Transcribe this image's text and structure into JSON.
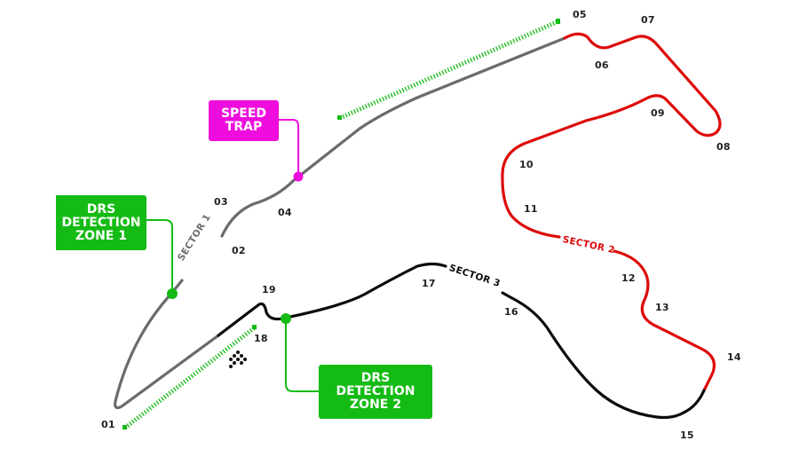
{
  "colors": {
    "sector1": "#6b6b6b",
    "sector2": "#dd0a0a",
    "sector3": "#0b0b0b",
    "drs_green": "#14bb14",
    "speed_trap_magenta": "#ee0ddd",
    "label_text": "#222222"
  },
  "turns": [
    {
      "id": "01",
      "label": "01"
    },
    {
      "id": "02",
      "label": "02"
    },
    {
      "id": "03",
      "label": "03"
    },
    {
      "id": "04",
      "label": "04"
    },
    {
      "id": "05",
      "label": "05"
    },
    {
      "id": "06",
      "label": "06"
    },
    {
      "id": "07",
      "label": "07"
    },
    {
      "id": "08",
      "label": "08"
    },
    {
      "id": "09",
      "label": "09"
    },
    {
      "id": "10",
      "label": "10"
    },
    {
      "id": "11",
      "label": "11"
    },
    {
      "id": "12",
      "label": "12"
    },
    {
      "id": "13",
      "label": "13"
    },
    {
      "id": "14",
      "label": "14"
    },
    {
      "id": "15",
      "label": "15"
    },
    {
      "id": "16",
      "label": "16"
    },
    {
      "id": "17",
      "label": "17"
    },
    {
      "id": "18",
      "label": "18"
    },
    {
      "id": "19",
      "label": "19"
    }
  ],
  "sectors": [
    {
      "label": "SECTOR 1"
    },
    {
      "label": "SECTOR 2"
    },
    {
      "label": "SECTOR 3"
    }
  ],
  "callouts": {
    "speed_trap": {
      "line1": "SPEED",
      "line2": "TRAP"
    },
    "drs1": {
      "line1": "DRS",
      "line2": "DETECTION",
      "line3": "ZONE 1"
    },
    "drs2": {
      "line1": "DRS",
      "line2": "DETECTION",
      "line3": "ZONE 2"
    }
  },
  "icons": {
    "start_finish": "checkered-flag-icon"
  }
}
